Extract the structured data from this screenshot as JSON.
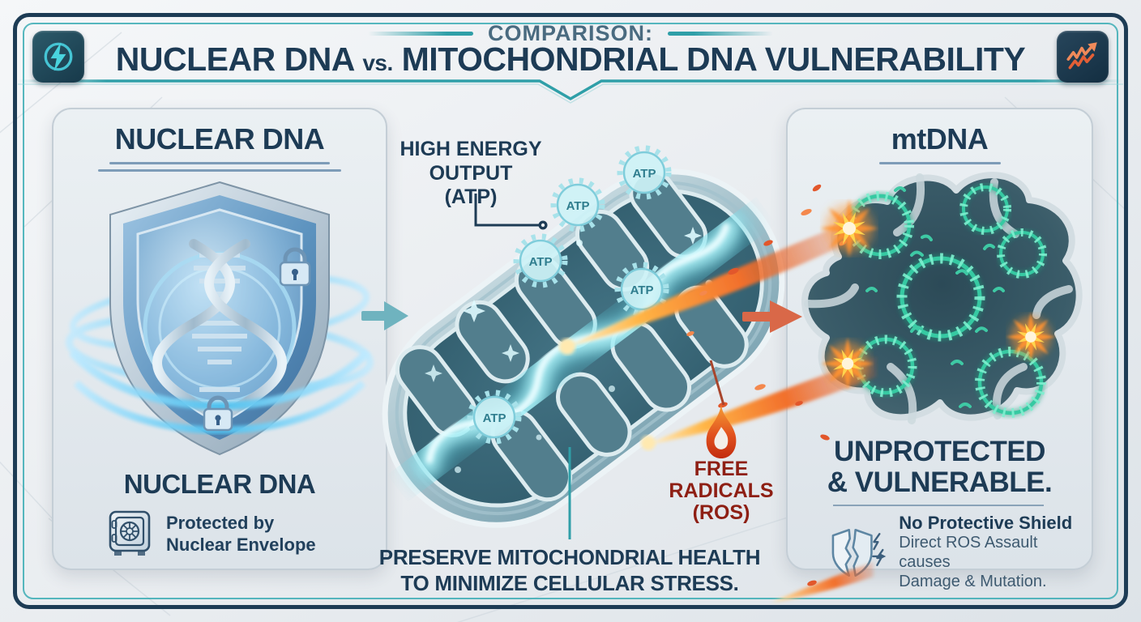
{
  "header": {
    "kicker": "COMPARISON:",
    "title_left": "NUCLEAR DNA",
    "title_vs": "vs.",
    "title_right": "MITOCHONDRIAL DNA VULNERABILITY"
  },
  "left_panel": {
    "title": "NUCLEAR DNA",
    "caption_title": "NUCLEAR DNA",
    "note_line1": "Protected by",
    "note_line2": "Nuclear Envelope"
  },
  "middle": {
    "energy_line1": "HIGH ENERGY",
    "energy_line2": "OUTPUT",
    "energy_line3": "(ATP)",
    "atp_badge_label": "ATP",
    "radicals_line1": "FREE",
    "radicals_line2": "RADICALS",
    "radicals_line3": "(ROS)",
    "caption_line1": "PRESERVE MITOCHONDRIAL HEALTH",
    "caption_line2": "TO MINIMIZE CELLULAR STRESS."
  },
  "right_panel": {
    "title": "mtDNA",
    "status_line1": "UNPROTECTED",
    "status_line2": "& VULNERABLE.",
    "note_bold": "No Protective Shield",
    "note_line2": "Direct ROS Assault causes",
    "note_line3": "Damage & Mutation."
  },
  "icons": {
    "energy_bolt": "lightning-in-circle",
    "damage_spike": "zigzag-arrow-up",
    "shield_dna": "shield-with-dna-helix-and-locks",
    "lock": "padlock",
    "vault": "safe-vault",
    "atp_gear": "gear-badge",
    "flame": "flame",
    "impact_burst": "explosion-burst",
    "broken_shield": "cracked-shield-under-attack",
    "flow_arrow_teal": "arrow-right",
    "flow_arrow_orange": "arrow-right"
  },
  "colors": {
    "accent_teal": "#2f9fa8",
    "navy": "#1d3b55",
    "danger_red": "#8e1f14",
    "flame_orange": "#e8622b",
    "dna_green": "#3bd0a8",
    "shield_blue": "#5a9fd4",
    "panel_bg": "#e6ebef",
    "frame_navy": "#1d3c55"
  }
}
